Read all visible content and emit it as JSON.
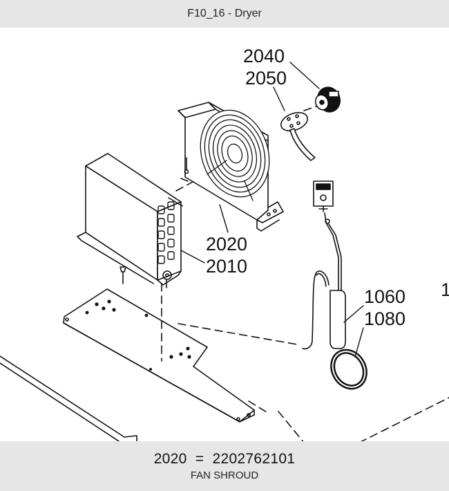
{
  "header": {
    "title": "F10_16 - Dryer"
  },
  "diagram": {
    "callouts": {
      "c2040": "2040",
      "c2050": "2050",
      "c2020": "2020",
      "c2010": "2010",
      "c1060": "1060",
      "c1080": "1080",
      "c_edge": "1"
    }
  },
  "footer": {
    "part_number": "2020",
    "separator": "=",
    "part_code": "2202762101",
    "part_name": "FAN SHROUD"
  }
}
